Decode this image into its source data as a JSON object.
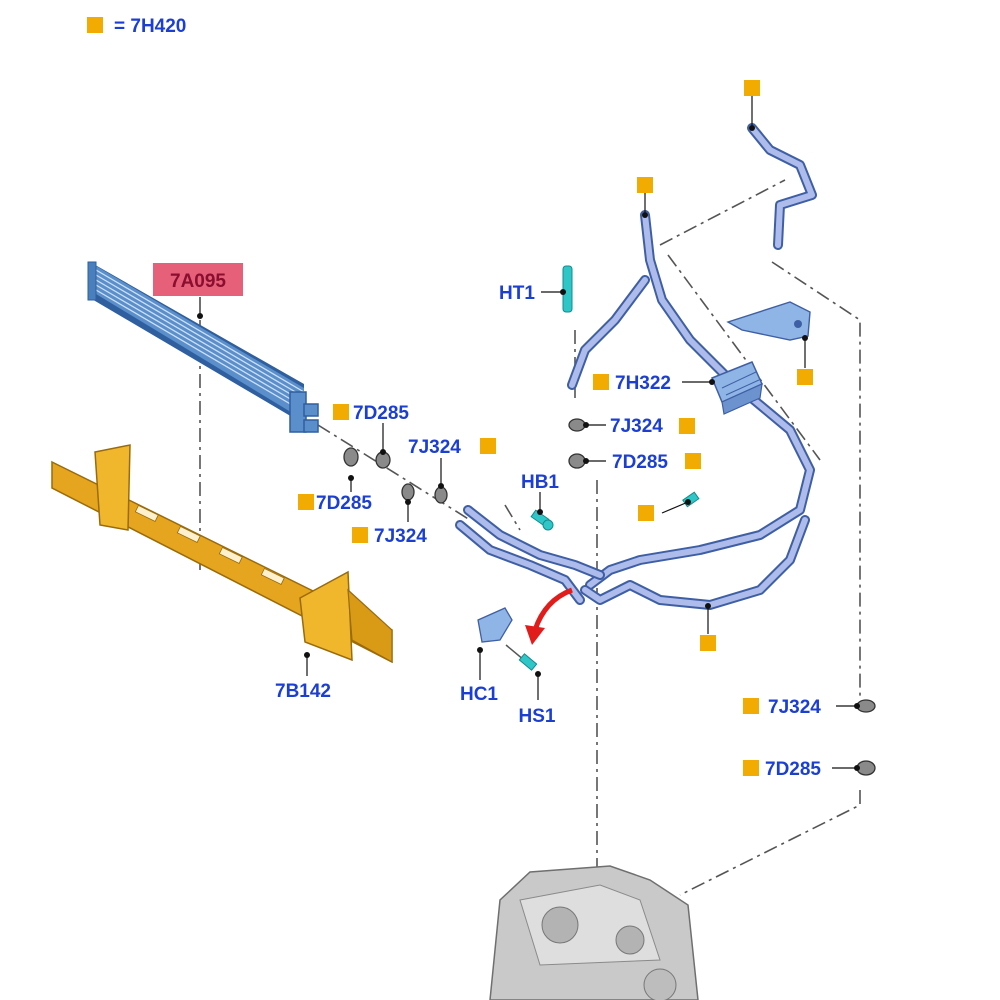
{
  "legend": {
    "symbol_label": "= 7H420"
  },
  "colors": {
    "label_blue": "#1b3fd4",
    "marker_orange": "#f2ab00",
    "highlight_red": "#e6607a",
    "highlight_text": "#8a0e2e",
    "cooler_blue": "#4a7fbe",
    "bracket_yellow": "#e6a51e",
    "pipe_blue": "#7b8fd0",
    "clip_teal": "#2fc6c8",
    "arrow_red": "#e21b1b"
  },
  "labels": {
    "cooler": "7A095",
    "bracket": "7B142",
    "seal_a": "7D285",
    "seal_b": "7J324",
    "seal_c": "7D285",
    "seal_d": "7J324",
    "tube_clip": "HT1",
    "bolt_hb": "HB1",
    "clip_hc": "HC1",
    "screw_hs": "HS1",
    "clamp": "7H322",
    "seal_e": "7J324",
    "seal_f": "7D285",
    "seal_g": "7J324",
    "seal_h": "7D285"
  },
  "icons": [
    "orange-square-marker-icon",
    "red-curved-arrow-icon"
  ]
}
